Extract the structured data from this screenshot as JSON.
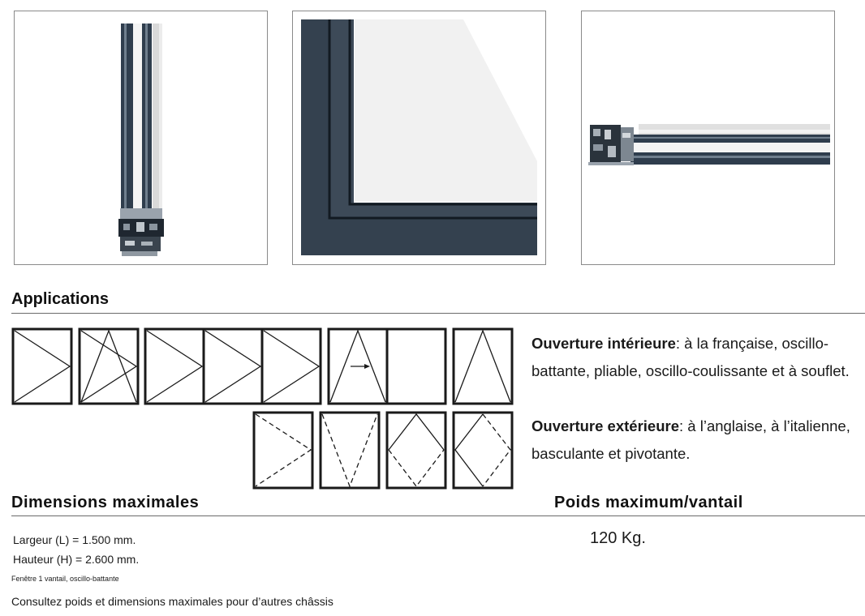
{
  "sections": {
    "applications": "Applications",
    "dimensions": "Dimensions maximales",
    "weight": "Poids maximum/vantail"
  },
  "opening": {
    "interior_label": "Ouverture intérieure",
    "interior_text": ": à la française, oscillo-battante, pliable, oscillo-coulissante et à souflet.",
    "exterior_label": "Ouverture extérieure",
    "exterior_text": ": à l’anglaise, à l’italienne, basculante et pivotante."
  },
  "dimensions": {
    "width": "Largeur (L) = 1.500 mm.",
    "height": "Hauteur (H) = 2.600 mm.",
    "note": "Fenêtre 1 vantail, oscillo-battante",
    "consult": "Consultez poids et dimensions maximales pour d’autres châssis"
  },
  "weight": {
    "value": "120 Kg."
  },
  "colors": {
    "profile": "#2f3d4d",
    "frame_border": "#8a8a8a",
    "diagram_stroke": "#1a1a1a"
  }
}
